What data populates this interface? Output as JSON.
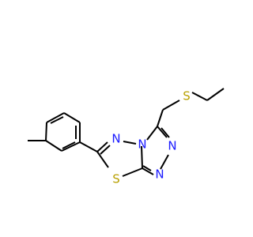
{
  "molecule": {
    "atoms": {
      "s_thioether": "S",
      "n_ring_top": "N",
      "n_bridgehead": "N",
      "s_ring": "S",
      "n_triazole_1": "N",
      "n_triazole_2": "N"
    }
  },
  "colors": {
    "bond": "#000000",
    "sulfur": "#b8a000",
    "nitrogen": "#1a1aff"
  }
}
